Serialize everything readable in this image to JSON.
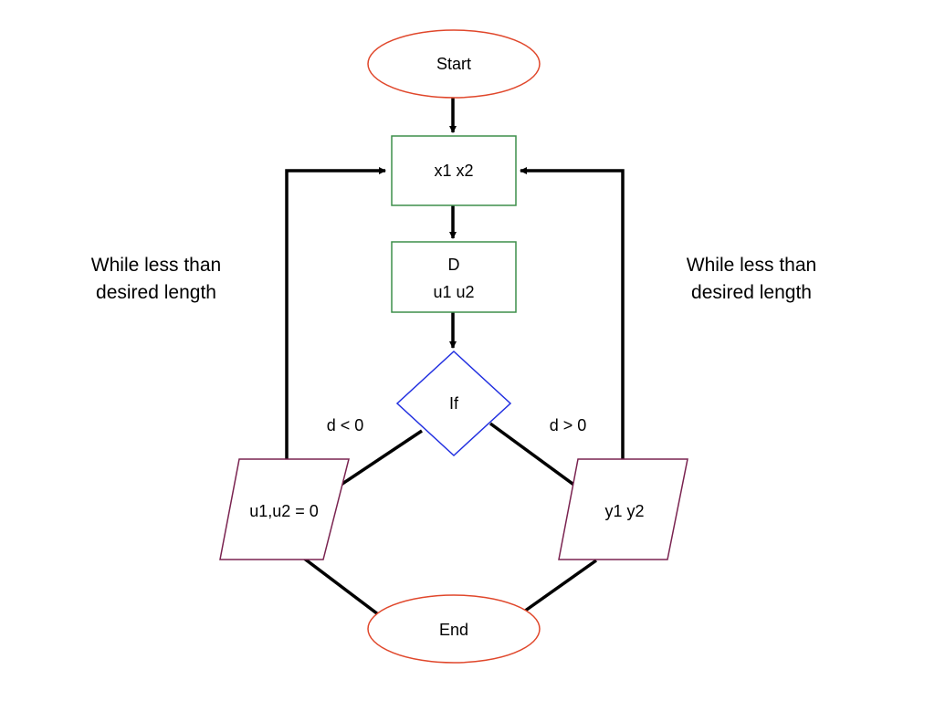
{
  "colors": {
    "terminal": "#e0472b",
    "process": "#3d8f4a",
    "decision": "#2230e0",
    "io": "#7a2350",
    "arrow": "#000000"
  },
  "nodes": {
    "start": {
      "label": "Start"
    },
    "input_x": {
      "label": "x1 x2"
    },
    "compute_d": {
      "line1": "D",
      "line2": "u1 u2"
    },
    "decision": {
      "label": "If"
    },
    "output_zero": {
      "label": "u1,u2 = 0"
    },
    "output_y": {
      "label": "y1 y2"
    },
    "end": {
      "label": "End"
    }
  },
  "edge_labels": {
    "branch_left": "d < 0",
    "branch_right": "d > 0",
    "loop_left": {
      "line1": "While less than",
      "line2": "desired length"
    },
    "loop_right": {
      "line1": "While less than",
      "line2": "desired length"
    }
  }
}
